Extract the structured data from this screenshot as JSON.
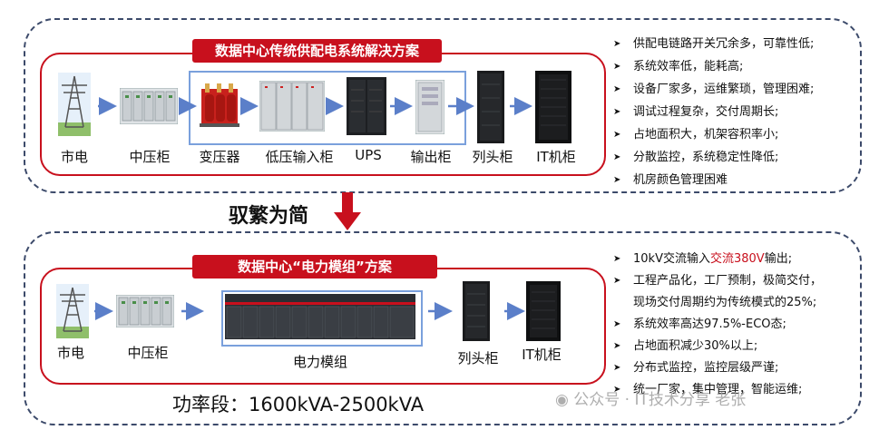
{
  "top": {
    "title": "数据中心传统供配电系统解决方案",
    "devices": [
      "市电",
      "中压柜",
      "变压器",
      "低压输入柜",
      "UPS",
      "输出柜",
      "列头柜",
      "IT机柜"
    ],
    "bullets": [
      {
        "text": "供配电链路开关冗余多，可靠性低;"
      },
      {
        "text": "系统效率低，能耗高;"
      },
      {
        "text": "设备厂家多，运维繁琐，管理困难;"
      },
      {
        "text": "调试过程复杂，交付周期长;"
      },
      {
        "text": "占地面积大，机架容积率小;"
      },
      {
        "text": "分散监控，系统稳定性降低;"
      },
      {
        "text": "机房颜色管理困难"
      }
    ]
  },
  "middle": {
    "label": "驭繁为简"
  },
  "bottom": {
    "title": "数据中心“电力模组”方案",
    "devices": [
      "市电",
      "中压柜",
      "电力模组",
      "列头柜",
      "IT机柜"
    ],
    "power": "功率段：1600kVA-2500kVA",
    "bullets": [
      {
        "pre": "10kV交流输入",
        "hl": "交流380V",
        "post": "输出;"
      },
      {
        "line1": "工程产品化，工厂预制，极简交付，",
        "line2": "现场交付周期约为传统模式的25%;"
      },
      {
        "text": "系统效率高达97.5%-ECO态;"
      },
      {
        "text": "占地面积减少30%以上;"
      },
      {
        "text": "分布式监控，监控层级严谨;"
      },
      {
        "text": "统一厂家，集中管理，智能运维;"
      }
    ]
  },
  "watermark": "公众号 · IT技术分享 老张",
  "colors": {
    "accent_red": "#c8101d",
    "panel_border": "#3c4a6a",
    "blue_box": "#7aa0dc",
    "arrow_blue": "#5b7fc9"
  }
}
